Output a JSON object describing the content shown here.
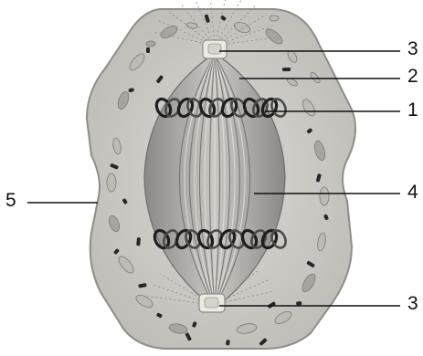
{
  "labels": {
    "centriole_top": "3",
    "spindle_fibres": "2",
    "chromatid_group": "1",
    "cell_equator": "4",
    "cell_membrane": "5",
    "centriole_bottom": "3"
  },
  "colors": {
    "cytoplasm": "#cfcec9",
    "cytoplasm_edge": "#a9a8a2",
    "spindle": "#9c9b96",
    "spindle_light": "#c3c2bd",
    "chromosome_dark": "#1e1e1e",
    "chromosome_mid": "#7a7a76",
    "organelle_fill": "#b5b4ae",
    "organelle_dark": "#2a2a2a",
    "centriole": "#e6e4da",
    "leader_line": "#111111"
  }
}
